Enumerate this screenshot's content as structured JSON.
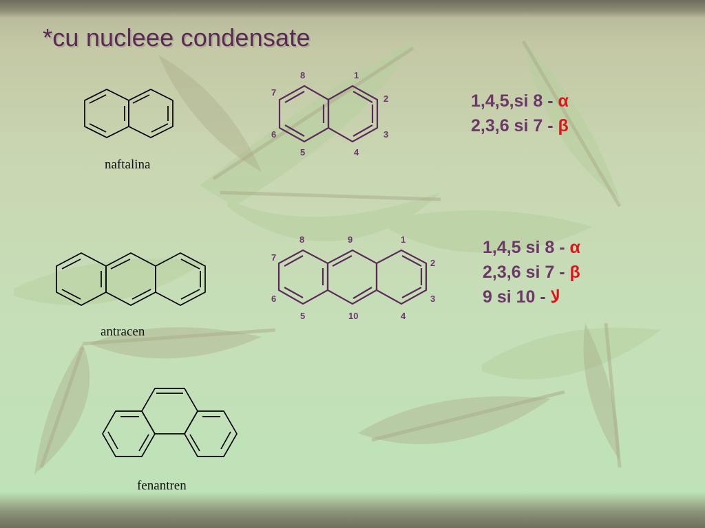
{
  "slide": {
    "title": "*cu nucleee condensate",
    "colors": {
      "title": "#5b2a55",
      "text": "#6b3868",
      "greek": "#e0141f"
    }
  },
  "molecules": {
    "naftalina": {
      "name": "naftalina"
    },
    "antracen": {
      "name": "antracen"
    },
    "fenantren": {
      "name": "fenantren"
    }
  },
  "naphthalene_numbering": {
    "labels": [
      "8",
      "1",
      "7",
      "2",
      "6",
      "3",
      "5",
      "4"
    ]
  },
  "anthracene_numbering": {
    "labels": [
      "8",
      "9",
      "1",
      "7",
      "2",
      "6",
      "3",
      "5",
      "10",
      "4"
    ]
  },
  "naphthalene_positions": {
    "alpha_text": "1,4,5,si 8 - ",
    "alpha_symbol": "α",
    "beta_text": "2,3,6 si 7 - ",
    "beta_symbol": "β"
  },
  "anthracene_positions": {
    "alpha_text": "1,4,5 si 8 - ",
    "alpha_symbol": "α",
    "beta_text": "2,3,6 si 7 - ",
    "beta_symbol": "β",
    "gamma_text": "9 si 10 - ",
    "gamma_symbol": "ﻻ"
  }
}
